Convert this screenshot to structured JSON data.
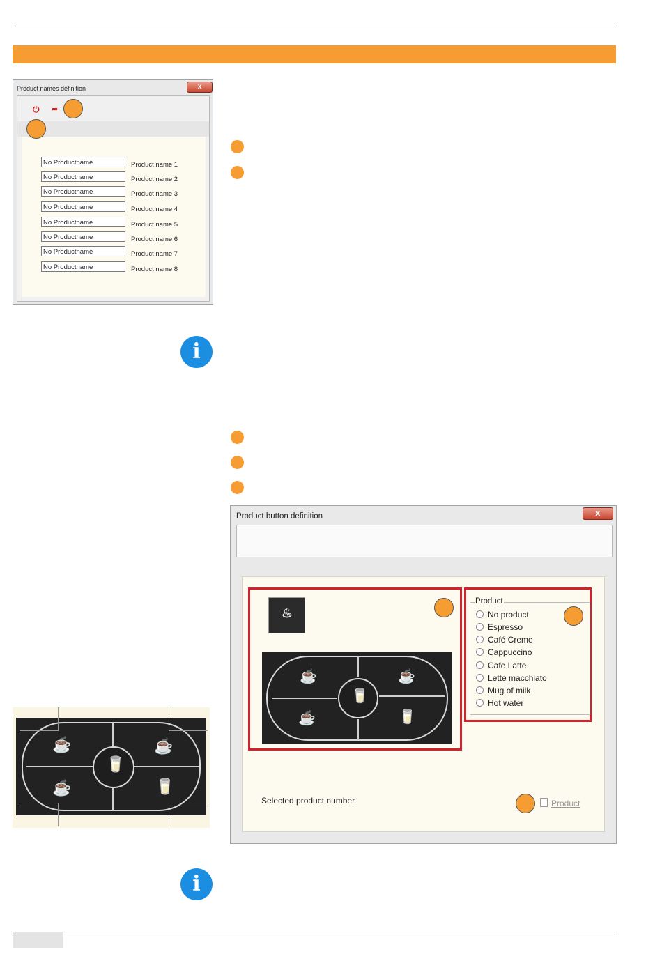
{
  "colors": {
    "accent": "#f59d33",
    "info": "#1b8ee2",
    "highlight": "#d4202a"
  },
  "names_window": {
    "title": "Product names definition",
    "close_glyph": "x",
    "toolbar_icons": [
      "power-icon",
      "export-icon"
    ],
    "rows": [
      {
        "value": "No Productname",
        "label": "Product name 1"
      },
      {
        "value": "No Productname",
        "label": "Product name 2"
      },
      {
        "value": "No Productname",
        "label": "Product name 3"
      },
      {
        "value": "No Productname",
        "label": "Product name 4"
      },
      {
        "value": "No Productname",
        "label": "Product name 5"
      },
      {
        "value": "No Productname",
        "label": "Product name 6"
      },
      {
        "value": "No Productname",
        "label": "Product name 7"
      },
      {
        "value": "No Productname",
        "label": "Product name 8"
      }
    ]
  },
  "info_icon_glyph": "i",
  "button_window": {
    "title": "Product button definition",
    "close_glyph": "x",
    "group_title": "Product",
    "options": [
      "No product",
      "Espresso",
      "Café Creme",
      "Cappuccino",
      "Cafe Latte",
      "Lette macchiato",
      "Mug of milk",
      "Hot water"
    ],
    "selected_label": "Selected product number",
    "product_button": "Product"
  }
}
